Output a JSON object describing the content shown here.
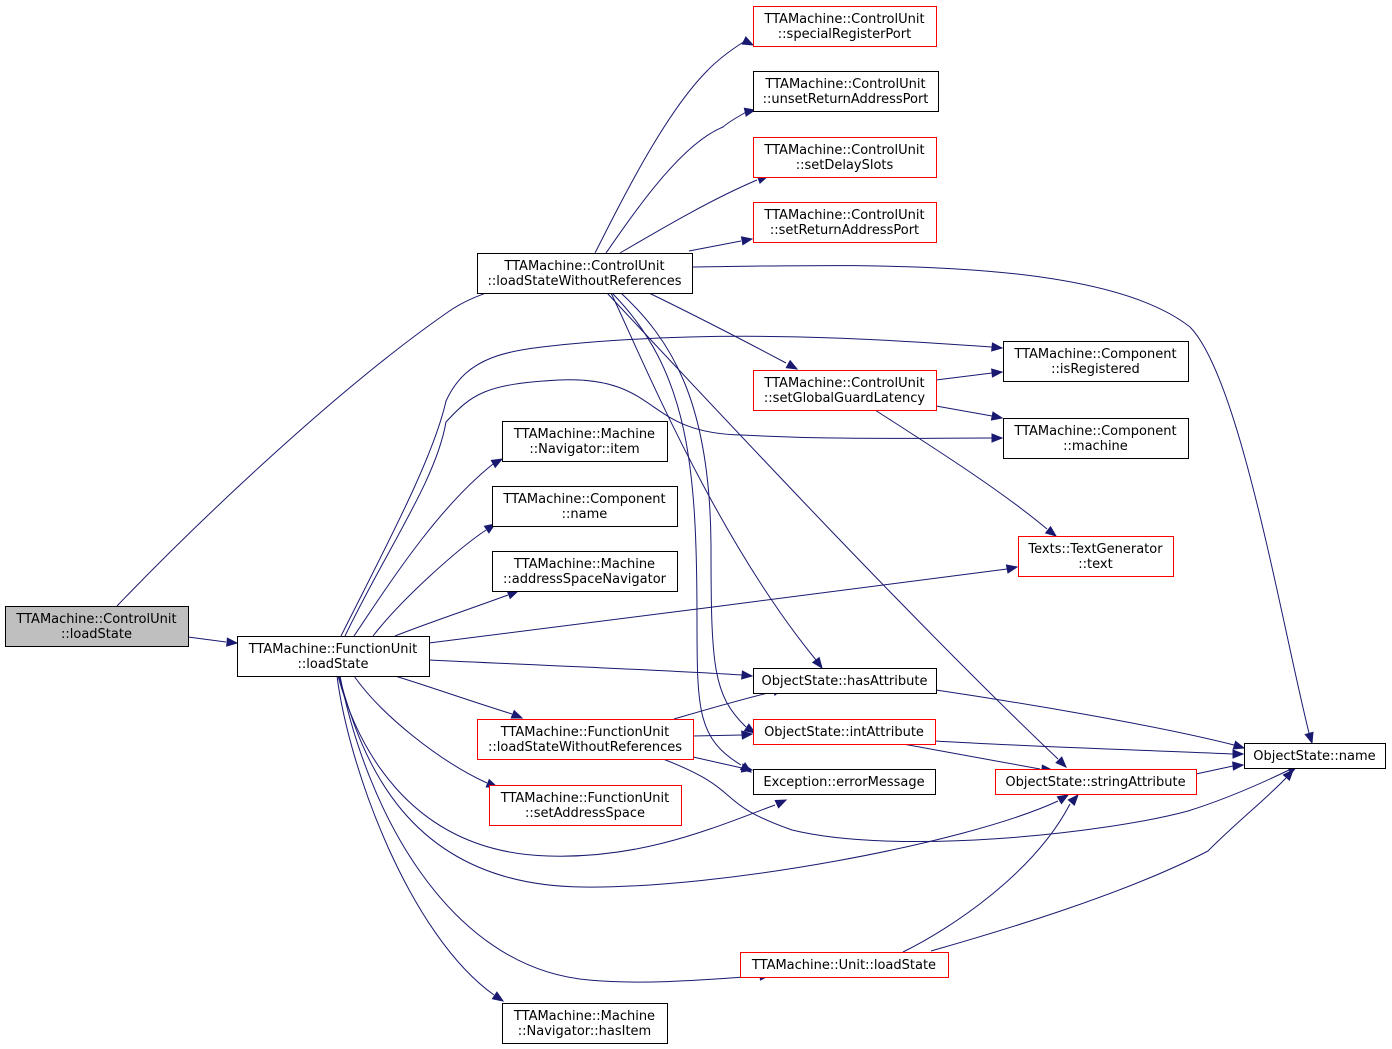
{
  "nodes": [
    {
      "id": "cu_loadState",
      "lines": [
        "TTAMachine::ControlUnit",
        "::loadState"
      ],
      "style": "root"
    },
    {
      "id": "cu_lswr",
      "lines": [
        "TTAMachine::ControlUnit",
        "::loadStateWithoutReferences"
      ],
      "style": "black"
    },
    {
      "id": "fu_loadState",
      "lines": [
        "TTAMachine::FunctionUnit",
        "::loadState"
      ],
      "style": "black"
    },
    {
      "id": "cu_srp",
      "lines": [
        "TTAMachine::ControlUnit",
        "::specialRegisterPort"
      ],
      "style": "red"
    },
    {
      "id": "cu_urap",
      "lines": [
        "TTAMachine::ControlUnit",
        "::unsetReturnAddressPort"
      ],
      "style": "black"
    },
    {
      "id": "cu_sds",
      "lines": [
        "TTAMachine::ControlUnit",
        "::setDelaySlots"
      ],
      "style": "red"
    },
    {
      "id": "cu_srap",
      "lines": [
        "TTAMachine::ControlUnit",
        "::setReturnAddressPort"
      ],
      "style": "red"
    },
    {
      "id": "comp_isreg",
      "lines": [
        "TTAMachine::Component",
        "::isRegistered"
      ],
      "style": "black"
    },
    {
      "id": "cu_sggl",
      "lines": [
        "TTAMachine::ControlUnit",
        "::setGlobalGuardLatency"
      ],
      "style": "red"
    },
    {
      "id": "comp_machine",
      "lines": [
        "TTAMachine::Component",
        "::machine"
      ],
      "style": "black"
    },
    {
      "id": "mn_item",
      "lines": [
        "TTAMachine::Machine",
        "::Navigator::item"
      ],
      "style": "black"
    },
    {
      "id": "comp_name",
      "lines": [
        "TTAMachine::Component",
        "::name"
      ],
      "style": "black"
    },
    {
      "id": "m_asn",
      "lines": [
        "TTAMachine::Machine",
        "::addressSpaceNavigator"
      ],
      "style": "black"
    },
    {
      "id": "tg_text",
      "lines": [
        "Texts::TextGenerator",
        "::text"
      ],
      "style": "red"
    },
    {
      "id": "os_hasattr",
      "lines": [
        "ObjectState::hasAttribute"
      ],
      "style": "black"
    },
    {
      "id": "fu_lswr",
      "lines": [
        "TTAMachine::FunctionUnit",
        "::loadStateWithoutReferences"
      ],
      "style": "red"
    },
    {
      "id": "os_intattr",
      "lines": [
        "ObjectState::intAttribute"
      ],
      "style": "red"
    },
    {
      "id": "os_name",
      "lines": [
        "ObjectState::name"
      ],
      "style": "black"
    },
    {
      "id": "ex_errmsg",
      "lines": [
        "Exception::errorMessage"
      ],
      "style": "black"
    },
    {
      "id": "os_strattr",
      "lines": [
        "ObjectState::stringAttribute"
      ],
      "style": "red"
    },
    {
      "id": "fu_sas",
      "lines": [
        "TTAMachine::FunctionUnit",
        "::setAddressSpace"
      ],
      "style": "red"
    },
    {
      "id": "unit_loadState",
      "lines": [
        "TTAMachine::Unit::loadState"
      ],
      "style": "red"
    },
    {
      "id": "mn_hasitem",
      "lines": [
        "TTAMachine::Machine",
        "::Navigator::hasItem"
      ],
      "style": "black"
    }
  ],
  "edges": [
    {
      "from": "cu_loadState",
      "to": "cu_lswr"
    },
    {
      "from": "cu_loadState",
      "to": "fu_loadState"
    },
    {
      "from": "cu_lswr",
      "to": "cu_srp"
    },
    {
      "from": "cu_lswr",
      "to": "cu_urap"
    },
    {
      "from": "cu_lswr",
      "to": "cu_sds"
    },
    {
      "from": "cu_lswr",
      "to": "cu_srap"
    },
    {
      "from": "cu_lswr",
      "to": "os_name"
    },
    {
      "from": "cu_lswr",
      "to": "cu_sggl"
    },
    {
      "from": "cu_lswr",
      "to": "os_hasattr"
    },
    {
      "from": "cu_lswr",
      "to": "os_intattr"
    },
    {
      "from": "cu_lswr",
      "to": "ex_errmsg"
    },
    {
      "from": "cu_lswr",
      "to": "os_strattr"
    },
    {
      "from": "cu_sggl",
      "to": "comp_isreg"
    },
    {
      "from": "cu_sggl",
      "to": "comp_machine"
    },
    {
      "from": "cu_sggl",
      "to": "tg_text"
    },
    {
      "from": "fu_loadState",
      "to": "comp_isreg"
    },
    {
      "from": "fu_loadState",
      "to": "comp_machine"
    },
    {
      "from": "fu_loadState",
      "to": "mn_item"
    },
    {
      "from": "fu_loadState",
      "to": "comp_name"
    },
    {
      "from": "fu_loadState",
      "to": "m_asn"
    },
    {
      "from": "fu_loadState",
      "to": "tg_text"
    },
    {
      "from": "fu_loadState",
      "to": "os_hasattr"
    },
    {
      "from": "fu_loadState",
      "to": "fu_lswr"
    },
    {
      "from": "fu_loadState",
      "to": "fu_sas"
    },
    {
      "from": "fu_loadState",
      "to": "ex_errmsg"
    },
    {
      "from": "fu_loadState",
      "to": "os_strattr"
    },
    {
      "from": "fu_loadState",
      "to": "unit_loadState"
    },
    {
      "from": "fu_loadState",
      "to": "mn_hasitem"
    },
    {
      "from": "fu_lswr",
      "to": "os_hasattr"
    },
    {
      "from": "fu_lswr",
      "to": "os_intattr"
    },
    {
      "from": "fu_lswr",
      "to": "ex_errmsg"
    },
    {
      "from": "fu_lswr",
      "to": "os_name"
    },
    {
      "from": "os_hasattr",
      "to": "os_name"
    },
    {
      "from": "os_intattr",
      "to": "os_name"
    },
    {
      "from": "os_intattr",
      "to": "os_strattr"
    },
    {
      "from": "os_strattr",
      "to": "os_name"
    },
    {
      "from": "unit_loadState",
      "to": "os_strattr"
    },
    {
      "from": "unit_loadState",
      "to": "os_name"
    }
  ]
}
